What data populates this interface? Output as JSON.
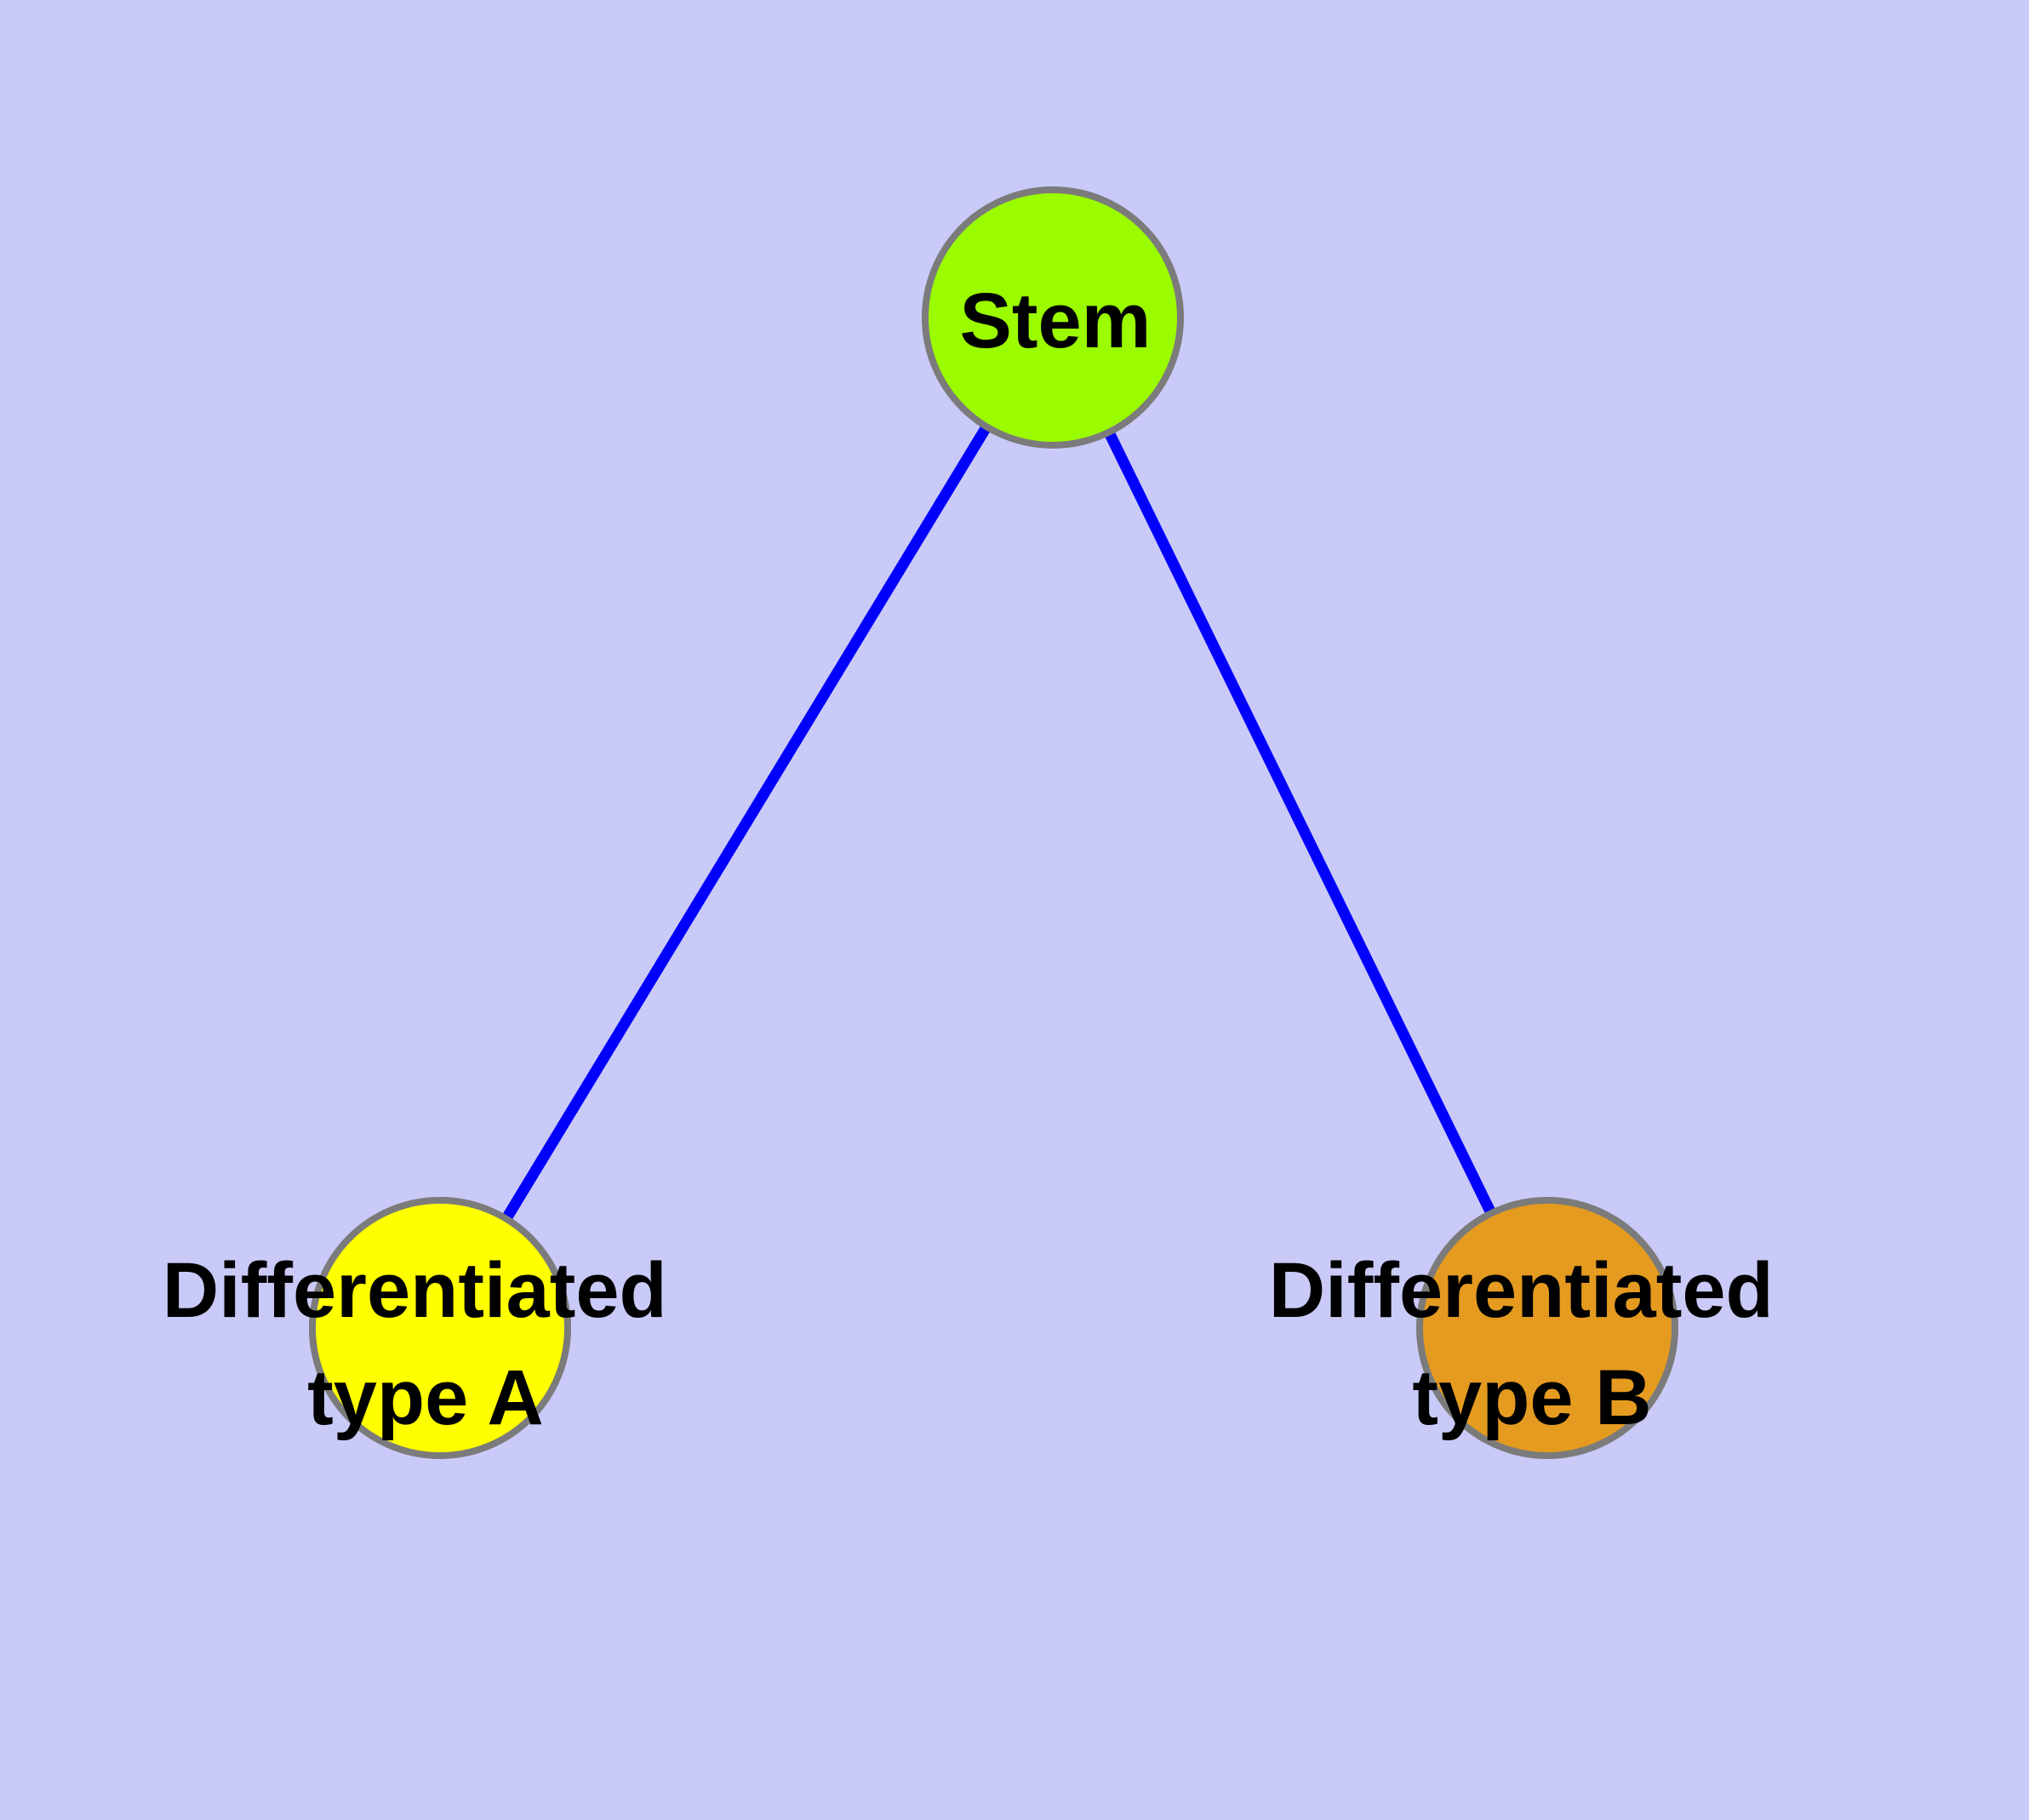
{
  "diagram": {
    "background_color": "#cacaf8",
    "node_border_color": "#7b7b7b",
    "edge_color": "#0000fb",
    "label_color": "#000000",
    "nodes": [
      {
        "id": "stem",
        "label": "Stem",
        "lines": [
          "Stem"
        ],
        "color": "#9bfc00",
        "shape": "circle",
        "position": "top-center"
      },
      {
        "id": "differentiated-type-a",
        "label": "Differentiated type A",
        "lines": [
          "Differentiated",
          "type A"
        ],
        "color": "#ffff00",
        "shape": "circle",
        "position": "bottom-left"
      },
      {
        "id": "differentiated-type-b",
        "label": "Differentiated type B",
        "lines": [
          "Differentiated",
          "type B"
        ],
        "color": "#e49b1f",
        "shape": "circle",
        "position": "bottom-right"
      }
    ],
    "edges": [
      {
        "from": "stem",
        "to": "differentiated-type-a"
      },
      {
        "from": "stem",
        "to": "differentiated-type-b"
      }
    ]
  }
}
